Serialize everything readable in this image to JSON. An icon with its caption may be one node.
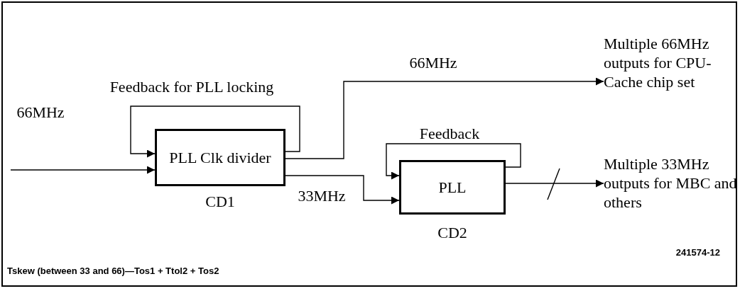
{
  "diagram": {
    "nodes": [
      {
        "text": [
          "PLL Clk divider"
        ],
        "beside": [
          "CD1"
        ]
      },
      {
        "text": [
          "PLL"
        ],
        "beside": [
          "CD2"
        ]
      },
      {
        "text": [
          "Multiple 66MHz outputs for CPU-Cache chip set"
        ]
      },
      {
        "text": [
          "Multiple 33MHz outputs for MBC and others"
        ]
      }
    ],
    "edges": [
      {
        "from": null,
        "to": 0,
        "arrow": "to",
        "label": "66MHz"
      },
      {
        "from": 0,
        "to": 0,
        "arrow": "to",
        "label": "Feedback for PLL locking"
      },
      {
        "from": 0,
        "to": 2,
        "arrow": "to",
        "label": "66MHz"
      },
      {
        "from": 0,
        "to": 1,
        "arrow": "to",
        "label": "33MHz"
      },
      {
        "from": 1,
        "to": 1,
        "arrow": "to",
        "label": "Feedback"
      },
      {
        "from": 1,
        "to": 3,
        "arrow": "to"
      }
    ],
    "labels": [
      "241574-12",
      "Tskew (between 33 and 66)—Tos1 + Ttol2 + Tos2"
    ]
  }
}
